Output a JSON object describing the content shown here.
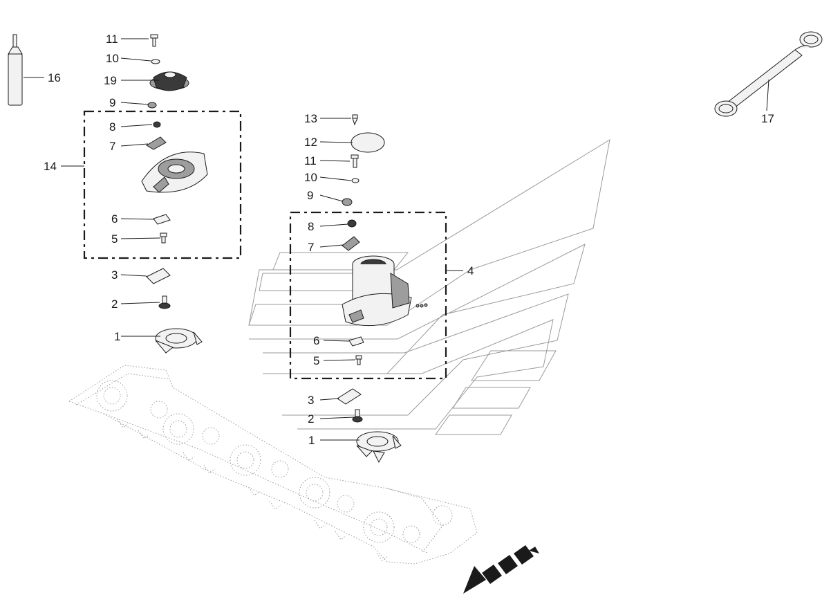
{
  "diagram": {
    "callouts_left": {
      "c11": "11",
      "c10": "10",
      "c19": "19",
      "c9": "9",
      "c8": "8",
      "c7": "7",
      "c14": "14",
      "c6": "6",
      "c5": "5",
      "c3": "3",
      "c2": "2",
      "c1": "1",
      "c16": "16"
    },
    "callouts_center": {
      "c13": "13",
      "c12": "12",
      "c11": "11",
      "c10": "10",
      "c9": "9",
      "c8": "8",
      "c7": "7",
      "c4": "4",
      "c6": "6",
      "c5": "5",
      "c3": "3",
      "c2": "2",
      "c1": "1"
    },
    "callouts_right": {
      "c17": "17"
    }
  }
}
